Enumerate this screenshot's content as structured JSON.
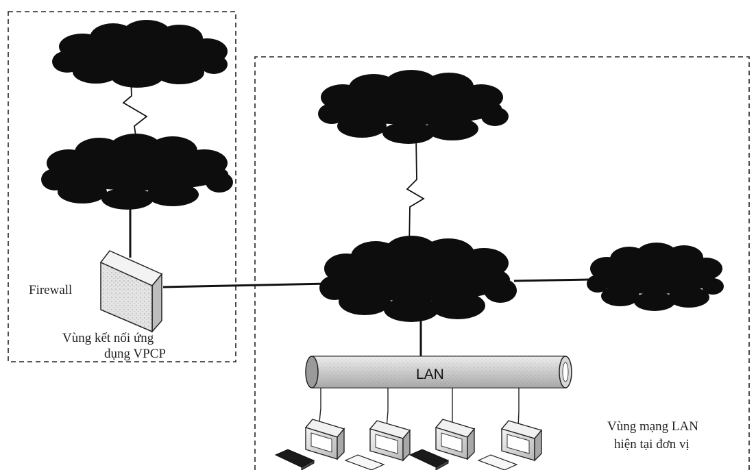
{
  "labels": {
    "firewall": "Firewall",
    "vpcp_zone_line1": "Vùng kết nối ứng",
    "vpcp_zone_line2": "dụng VPCP",
    "lan_bus": "LAN",
    "lan_zone_line1": "Vùng mạng LAN",
    "lan_zone_line2": "hiện tại đơn vị"
  },
  "colors": {
    "ink": "#111111",
    "cloud": "#0d0d0d",
    "firewall_face": "#e6e6e6",
    "lan_tube": "#cfcfcf"
  }
}
